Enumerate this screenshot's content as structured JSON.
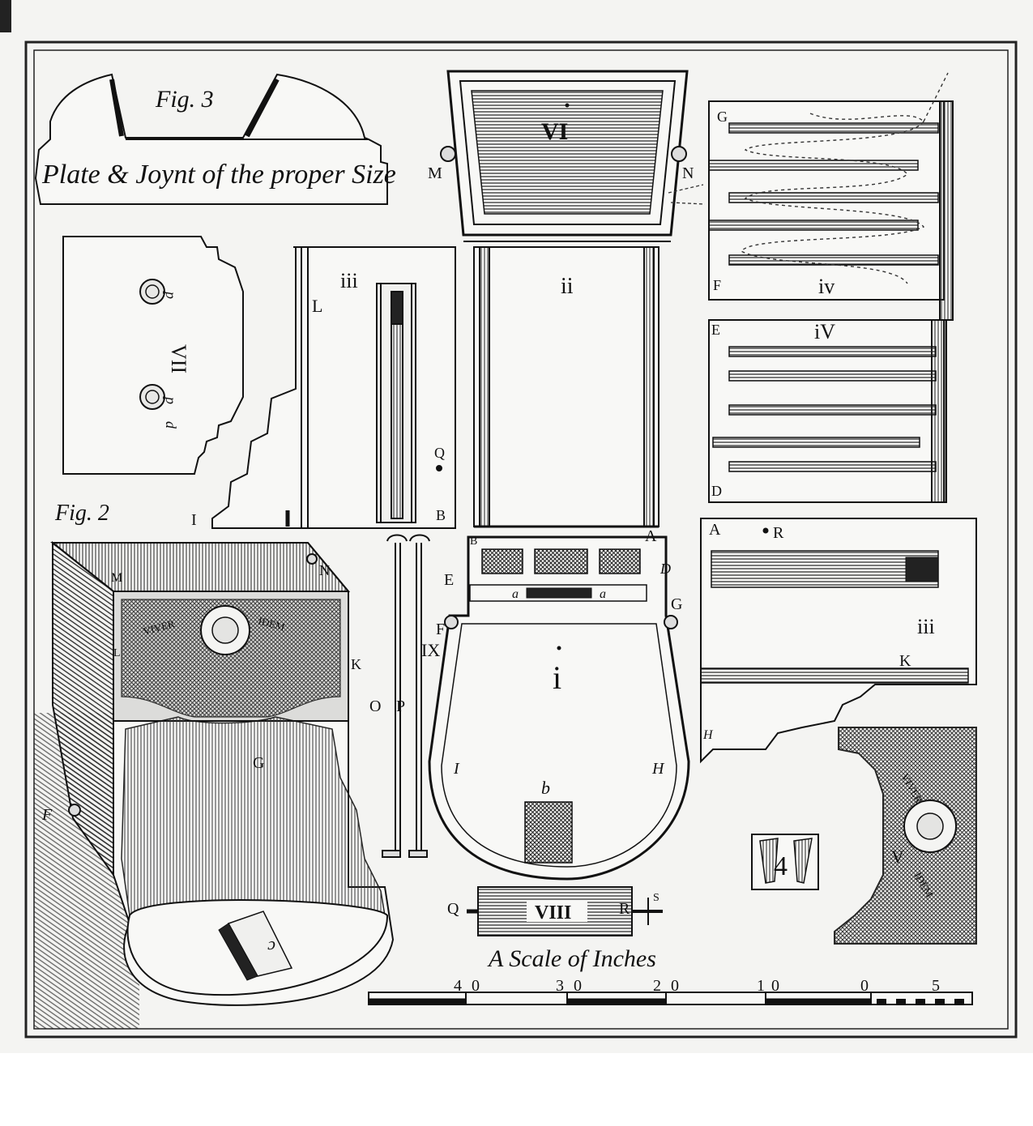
{
  "labels": {
    "fig3": "Fig. 3",
    "plate": "Plate & Joynt of the proper Size",
    "fig2": "Fig. 2",
    "vi": "VI",
    "ii": "ii",
    "iii": "iii",
    "iii_b": "iii",
    "iv_top": "iv",
    "iv_mid": "iV",
    "i": "i",
    "v": "V",
    "vii": "VII",
    "viii": "VIII",
    "ix": "IX",
    "four": "4",
    "scale_title": "A Scale of Inches",
    "letters": {
      "A": "A",
      "A2": "A",
      "B": "B",
      "B2": "B",
      "D": "D",
      "D2": "D",
      "E": "E",
      "E2": "E",
      "F": "F",
      "F2": "F",
      "F3": "F",
      "G": "G",
      "G2": "G",
      "G3": "G",
      "H": "H",
      "H2": "H",
      "I": "I",
      "I2": "I",
      "K": "K",
      "K2": "K",
      "L": "L",
      "L2": "L",
      "M": "M",
      "M2": "M",
      "N": "N",
      "N2": "N",
      "O": "O",
      "P": "P",
      "Q": "Q",
      "Q2": "Q",
      "R": "R",
      "R2": "R",
      "S": "S",
      "a1": "a",
      "a2": "a",
      "b": "b",
      "c": "c",
      "d": "d",
      "p1": "p",
      "p2": "p"
    },
    "banner_left": "VIVER",
    "banner_right": "IDEM",
    "banner_v1": "VIVER",
    "banner_v2": "IDEM"
  },
  "scale": {
    "ticks": [
      "4",
      "0",
      "3",
      "0",
      "2",
      "0",
      "1",
      "0",
      "0",
      "5"
    ]
  }
}
